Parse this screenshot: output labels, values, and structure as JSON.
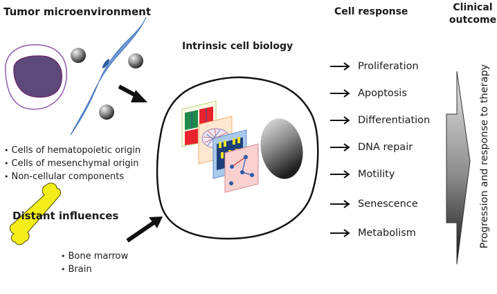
{
  "tumor_microenvironment": {
    "title": "Tumor microenvironment",
    "bullets": [
      "Cells of hematopoietic origin",
      "Cells of mesenchymal origin",
      "Non-cellular components"
    ]
  },
  "distant_influences": {
    "title": "Distant influences",
    "bullets": [
      "Bone marrow",
      "Brain"
    ]
  },
  "intrinsic": {
    "title": "Intrinsic cell biology"
  },
  "cell_response": {
    "title": "Cell response",
    "items": [
      "Proliferation",
      "Apoptosis",
      "Differentiation",
      "DNA repair",
      "Motility",
      "Senescence",
      "Metabolism"
    ]
  },
  "clinical_outcome": {
    "title_line1": "Clinical",
    "title_line2": "outcome",
    "arrow_label": "Progression and response to therapy"
  },
  "colors": {
    "hematopoietic_cell": "#5e4a7a",
    "hematopoietic_border": "#8a5aa8",
    "fibroblast": "#6f9bd6",
    "bone": "#f3ee1a",
    "heatmap_green": "#1f8a4a",
    "heatmap_red": "#e8232d",
    "arrow": "#111111"
  }
}
